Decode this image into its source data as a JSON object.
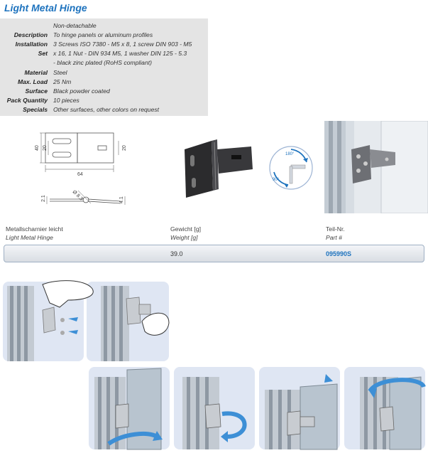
{
  "title": "Light Metal Hinge",
  "specs": [
    {
      "label": "",
      "value": "Non-detachable"
    },
    {
      "label": "Description",
      "value": "To hinge panels or aluminum profiles"
    },
    {
      "label": "Installation",
      "value": "3 Screws ISO 7380 - M5 x 8, 1 screw DIN 903 - M5"
    },
    {
      "label": "Set",
      "value": "x 16, 1 Nut - DIN 934 M5, 1 washer DIN 125 - 5.3"
    },
    {
      "label": "",
      "value": "- black zinc plated (RoHS compliant)"
    },
    {
      "label": "Material",
      "value": "Steel"
    },
    {
      "label": "Max. Load",
      "value": "25 Nm"
    },
    {
      "label": "Surface",
      "value": "Black powder coated"
    },
    {
      "label": "Pack Quantity",
      "value": "10 pieces"
    },
    {
      "label": "Specials",
      "value": "Other surfaces, other colors on request"
    }
  ],
  "drawing": {
    "dim_width": "64",
    "dim_height": "40",
    "dim_inner_left": "20",
    "dim_inner_right": "20",
    "dim_thick_left": "2.1",
    "dim_thick_right": "4.1",
    "dim_hole": "Ø 8.3"
  },
  "diagram": {
    "angle_top": "180°",
    "angle_bottom": "90°"
  },
  "table": {
    "headers": {
      "name_de": "Metallscharnier leicht",
      "name_en": "Light Metal Hinge",
      "weight_de": "Gewicht [g]",
      "weight_en": "Weight [g]",
      "part_de": "Teil-Nr.",
      "part_en": "Part #"
    },
    "row": {
      "weight": "39.0",
      "part": "095990S"
    }
  },
  "colors": {
    "accent": "#1e73be",
    "spec_bg": "#e4e4e4",
    "panel_bg": "#dfe6f3",
    "arrow": "#3d8fd6"
  }
}
